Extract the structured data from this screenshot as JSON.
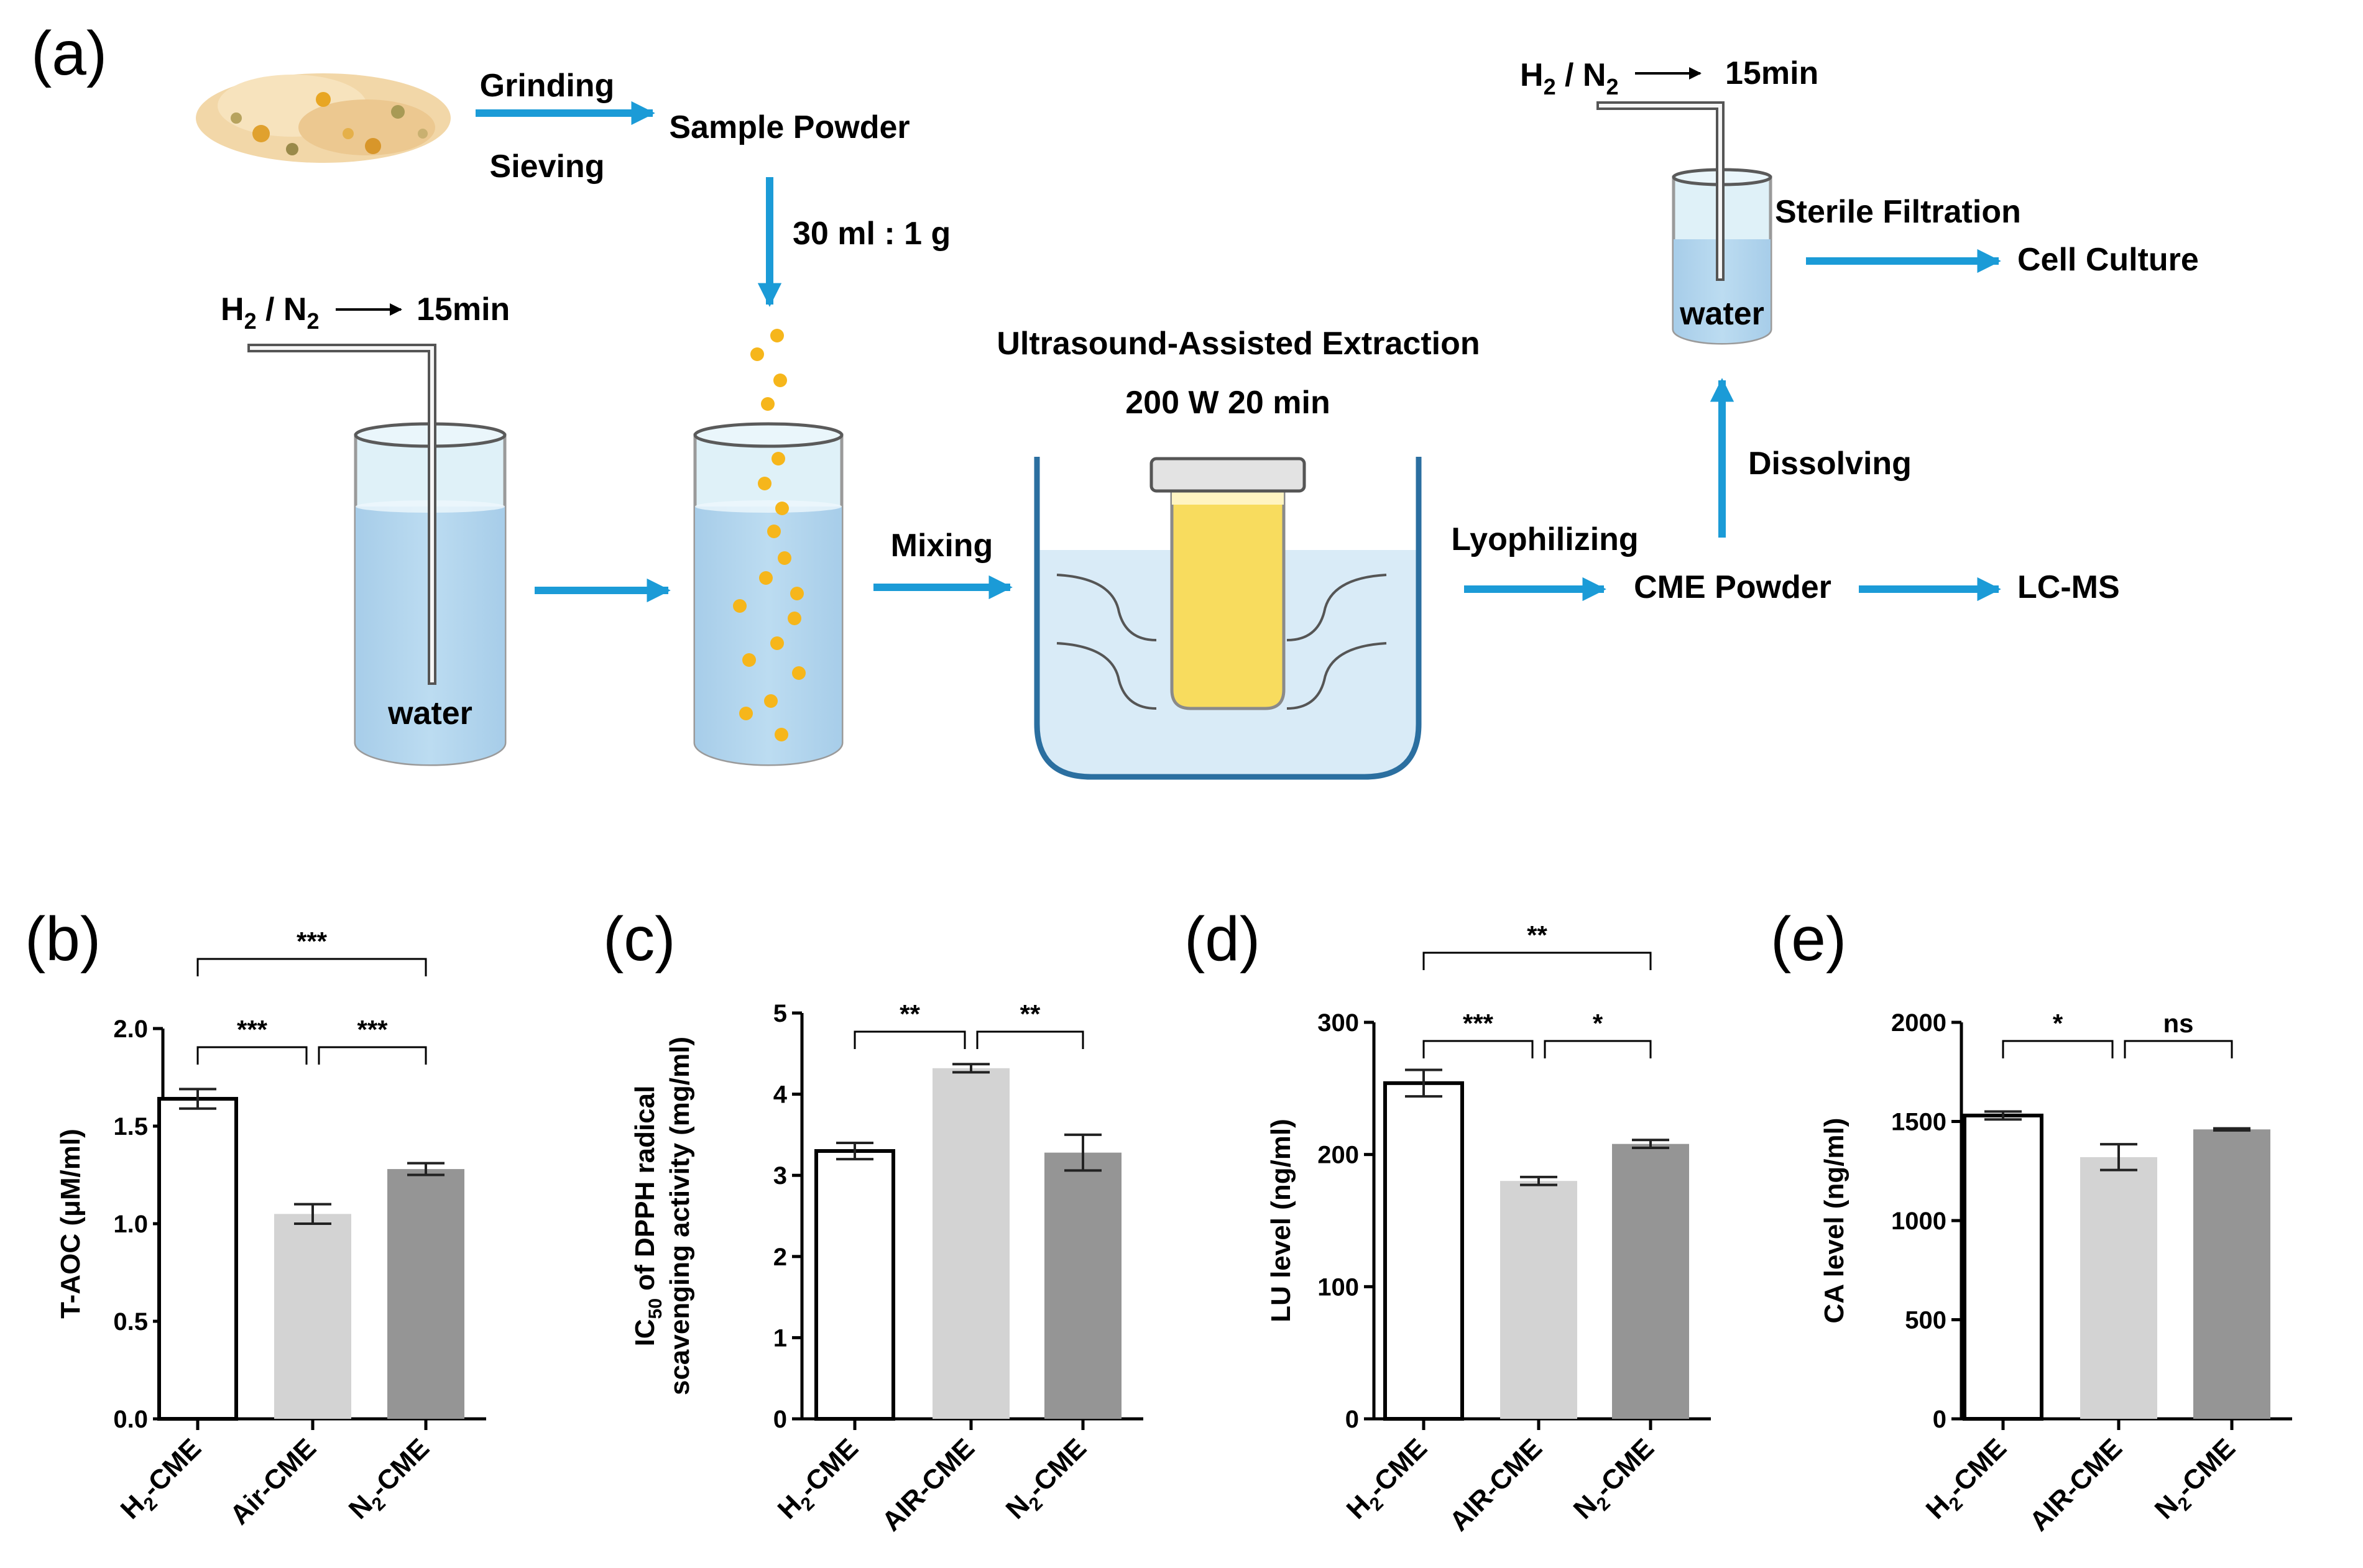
{
  "panel_a": {
    "label": "(a)",
    "grinding": "Grinding",
    "sieving": "Sieving",
    "sample_powder": "Sample Powder",
    "ratio": "30 ml : 1 g",
    "gas_left": "H2 / N2",
    "gas_left_time": "15min",
    "water_left": "water",
    "mixing": "Mixing",
    "uae_title": "Ultrasound-Assisted Extraction",
    "uae_params": "200 W  20 min",
    "lyophilizing": "Lyophilizing",
    "cme_powder": "CME Powder",
    "lcms": "LC-MS",
    "dissolving": "Dissolving",
    "gas_right": "H2 / N2",
    "gas_right_time": "15min",
    "water_right": "water",
    "sterile_filtration": "Sterile Filtration",
    "cell_culture": "Cell Culture"
  },
  "colors": {
    "arrow_blue": "#1b9bd7",
    "bar_light": "#d3d3d3",
    "bar_dark": "#959595",
    "water_blue": "#b3d6ee",
    "yellow": "#f4c430"
  },
  "chart_data": [
    {
      "panel": "(b)",
      "type": "bar",
      "categories": [
        "H2-CME",
        "Air-CME",
        "N2-CME"
      ],
      "values": [
        1.64,
        1.05,
        1.28
      ],
      "errors": [
        0.05,
        0.05,
        0.03
      ],
      "fills": [
        "#ffffff",
        "#d3d3d3",
        "#959595"
      ],
      "ylabel": "T-AOC (μM/ml)",
      "ylim": [
        0,
        2.0
      ],
      "yticks": [
        "0.0",
        "0.5",
        "1.0",
        "1.5",
        "2.0"
      ],
      "significance": [
        {
          "from": 0,
          "to": 2,
          "label": "***"
        },
        {
          "from": 0,
          "to": 1,
          "label": "***"
        },
        {
          "from": 1,
          "to": 2,
          "label": "***"
        }
      ]
    },
    {
      "panel": "(c)",
      "type": "bar",
      "categories": [
        "H2-CME",
        "AIR-CME",
        "N2-CME"
      ],
      "values": [
        3.3,
        4.32,
        3.28
      ],
      "errors": [
        0.1,
        0.05,
        0.22
      ],
      "fills": [
        "#ffffff",
        "#d3d3d3",
        "#959595"
      ],
      "ylabel_line1": "IC50 of DPPH radical",
      "ylabel_line2": "scavenging activity (mg/ml)",
      "ylim": [
        0,
        5
      ],
      "yticks": [
        "0",
        "1",
        "2",
        "3",
        "4",
        "5"
      ],
      "significance": [
        {
          "from": 0,
          "to": 1,
          "label": "**"
        },
        {
          "from": 1,
          "to": 2,
          "label": "**"
        }
      ]
    },
    {
      "panel": "(d)",
      "type": "bar",
      "categories": [
        "H2-CME",
        "AIR-CME",
        "N2-CME"
      ],
      "values": [
        254,
        180,
        208
      ],
      "errors": [
        10,
        3,
        3
      ],
      "fills": [
        "#ffffff",
        "#d3d3d3",
        "#959595"
      ],
      "ylabel": "LU level (ng/ml)",
      "ylim": [
        0,
        300
      ],
      "yticks": [
        "0",
        "100",
        "200",
        "300"
      ],
      "significance": [
        {
          "from": 0,
          "to": 2,
          "label": "**"
        },
        {
          "from": 0,
          "to": 1,
          "label": "***"
        },
        {
          "from": 1,
          "to": 2,
          "label": "*"
        }
      ]
    },
    {
      "panel": "(e)",
      "type": "bar",
      "categories": [
        "H2-CME",
        "AIR-CME",
        "N2-CME"
      ],
      "values": [
        1530,
        1320,
        1460
      ],
      "errors": [
        20,
        65,
        5
      ],
      "fills": [
        "#ffffff",
        "#d3d3d3",
        "#959595"
      ],
      "ylabel": "CA level (ng/ml)",
      "ylim": [
        0,
        2000
      ],
      "yticks": [
        "0",
        "500",
        "1000",
        "1500",
        "2000"
      ],
      "significance": [
        {
          "from": 0,
          "to": 1,
          "label": "*"
        },
        {
          "from": 1,
          "to": 2,
          "label": "ns"
        }
      ]
    }
  ]
}
